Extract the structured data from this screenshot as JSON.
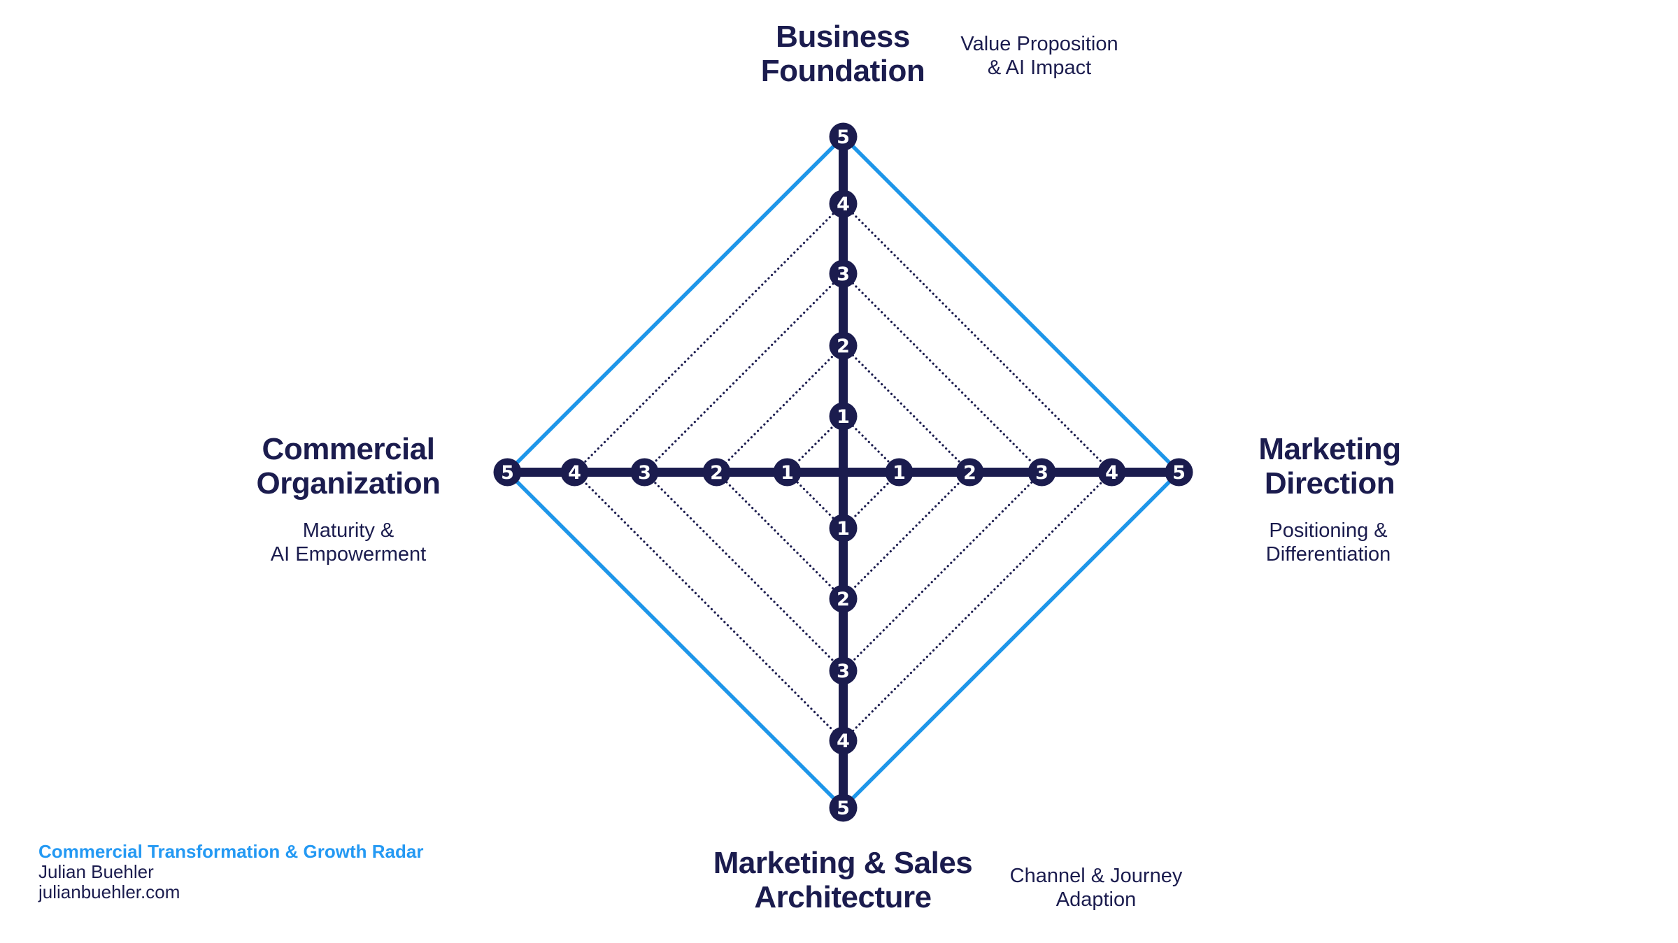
{
  "chart_data": {
    "type": "radar",
    "variant": "diamond-4-axis-blank-template",
    "title": "Commercial Transformation & Growth Radar",
    "scale": {
      "min": 1,
      "max": 5,
      "levels": [
        1,
        2,
        3,
        4,
        5
      ]
    },
    "axes": [
      {
        "position": "top",
        "title": "Business\nFoundation",
        "subtitle": "Value Proposition\n& AI Impact"
      },
      {
        "position": "right",
        "title": "Marketing\nDirection",
        "subtitle": "Positioning &\nDifferentiation"
      },
      {
        "position": "bottom",
        "title": "Marketing & Sales\nArchitecture",
        "subtitle": "Channel & Journey\nAdaption"
      },
      {
        "position": "left",
        "title": "Commercial\nOrganization",
        "subtitle": "Maturity &\nAI Empowerment"
      }
    ],
    "series": [
      {
        "name": "scale-outline",
        "values": [
          5,
          5,
          5,
          5
        ],
        "style": "solid-blue"
      }
    ],
    "grid": {
      "dotted_levels": [
        1,
        2,
        3,
        4
      ],
      "style": "dotted"
    },
    "outline": {
      "level": 5
    },
    "legend": "none",
    "colors": {
      "navy": "#1b1c4e",
      "blue_line": "#1e96e9",
      "blue_text": "#2499f3",
      "tick_text": "#ffffff",
      "background": "#ffffff"
    }
  },
  "footer": {
    "title": "Commercial Transformation & Growth Radar",
    "author": "Julian Buehler",
    "website": "julianbuehler.com"
  }
}
